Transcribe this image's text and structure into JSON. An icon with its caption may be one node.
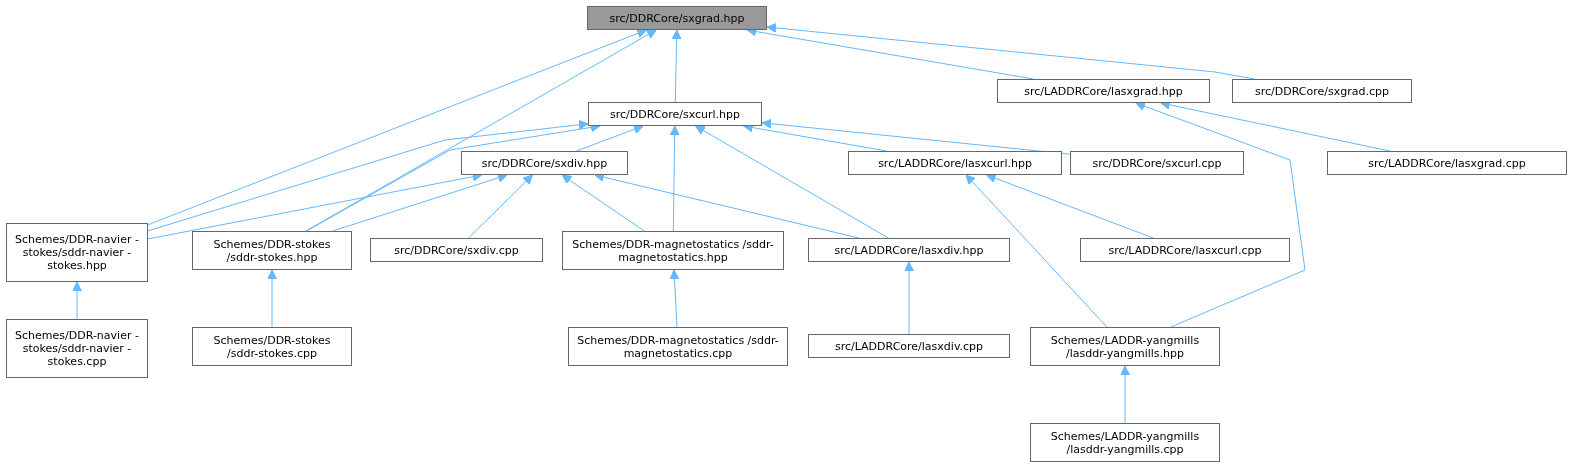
{
  "diagram": {
    "nodes": [
      {
        "text": [
          "src/DDRCore/sxgrad.hpp"
        ]
      },
      {
        "text": [
          "src/DDRCore/sxcurl.hpp"
        ]
      },
      {
        "text": [
          "src/LADDRCore/lasxgrad.hpp"
        ]
      },
      {
        "text": [
          "src/DDRCore/sxgrad.cpp"
        ]
      },
      {
        "text": [
          "src/DDRCore/sxdiv.hpp"
        ]
      },
      {
        "text": [
          "src/LADDRCore/lasxcurl.hpp"
        ]
      },
      {
        "text": [
          "src/DDRCore/sxcurl.cpp"
        ]
      },
      {
        "text": [
          "src/LADDRCore/lasxgrad.cpp"
        ]
      },
      {
        "text": [
          "Schemes/DDR-navier -stokes/sddr-navier -stokes.hpp"
        ]
      },
      {
        "text": [
          "Schemes/DDR-stokes /sddr-stokes.hpp"
        ]
      },
      {
        "text": [
          "src/DDRCore/sxdiv.cpp"
        ]
      },
      {
        "text": [
          "Schemes/DDR-magnetostatics /sddr-magnetostatics.hpp"
        ]
      },
      {
        "text": [
          "src/LADDRCore/lasxdiv.hpp"
        ]
      },
      {
        "text": [
          "src/LADDRCore/lasxcurl.cpp"
        ]
      },
      {
        "text": [
          "Schemes/DDR-navier -stokes/sddr-navier -stokes.cpp"
        ]
      },
      {
        "text": [
          "Schemes/DDR-stokes /sddr-stokes.cpp"
        ]
      },
      {
        "text": [
          "Schemes/DDR-magnetostatics /sddr-magnetostatics.cpp"
        ]
      },
      {
        "text": [
          "src/LADDRCore/lasxdiv.cpp"
        ]
      },
      {
        "text": [
          "Schemes/LADDR-yangmills /lasddr-yangmills.hpp"
        ]
      },
      {
        "text": [
          "Schemes/LADDR-yangmills /lasddr-yangmills.cpp"
        ]
      }
    ],
    "edges": [
      {
        "from": 1,
        "to": 0,
        "arrow": "to"
      },
      {
        "from": 2,
        "to": 0,
        "arrow": "to"
      },
      {
        "from": 3,
        "to": 0,
        "arrow": "to"
      },
      {
        "from": 8,
        "to": 0,
        "arrow": "to"
      },
      {
        "from": 9,
        "to": 0,
        "arrow": "to"
      },
      {
        "from": 4,
        "to": 1,
        "arrow": "to"
      },
      {
        "from": 5,
        "to": 1,
        "arrow": "to"
      },
      {
        "from": 6,
        "to": 1,
        "arrow": "to"
      },
      {
        "from": 8,
        "to": 1,
        "arrow": "to"
      },
      {
        "from": 9,
        "to": 1,
        "arrow": "to"
      },
      {
        "from": 11,
        "to": 1,
        "arrow": "to"
      },
      {
        "from": 12,
        "to": 1,
        "arrow": "to"
      },
      {
        "from": 7,
        "to": 2,
        "arrow": "to"
      },
      {
        "from": 18,
        "to": 2,
        "arrow": "to"
      },
      {
        "from": 8,
        "to": 4,
        "arrow": "to"
      },
      {
        "from": 9,
        "to": 4,
        "arrow": "to"
      },
      {
        "from": 10,
        "to": 4,
        "arrow": "to"
      },
      {
        "from": 11,
        "to": 4,
        "arrow": "to"
      },
      {
        "from": 12,
        "to": 4,
        "arrow": "to"
      },
      {
        "from": 13,
        "to": 5,
        "arrow": "to"
      },
      {
        "from": 18,
        "to": 5,
        "arrow": "to"
      },
      {
        "from": 14,
        "to": 8,
        "arrow": "to"
      },
      {
        "from": 15,
        "to": 9,
        "arrow": "to"
      },
      {
        "from": 16,
        "to": 11,
        "arrow": "to"
      },
      {
        "from": 17,
        "to": 12,
        "arrow": "to"
      },
      {
        "from": 19,
        "to": 18,
        "arrow": "to"
      }
    ]
  }
}
